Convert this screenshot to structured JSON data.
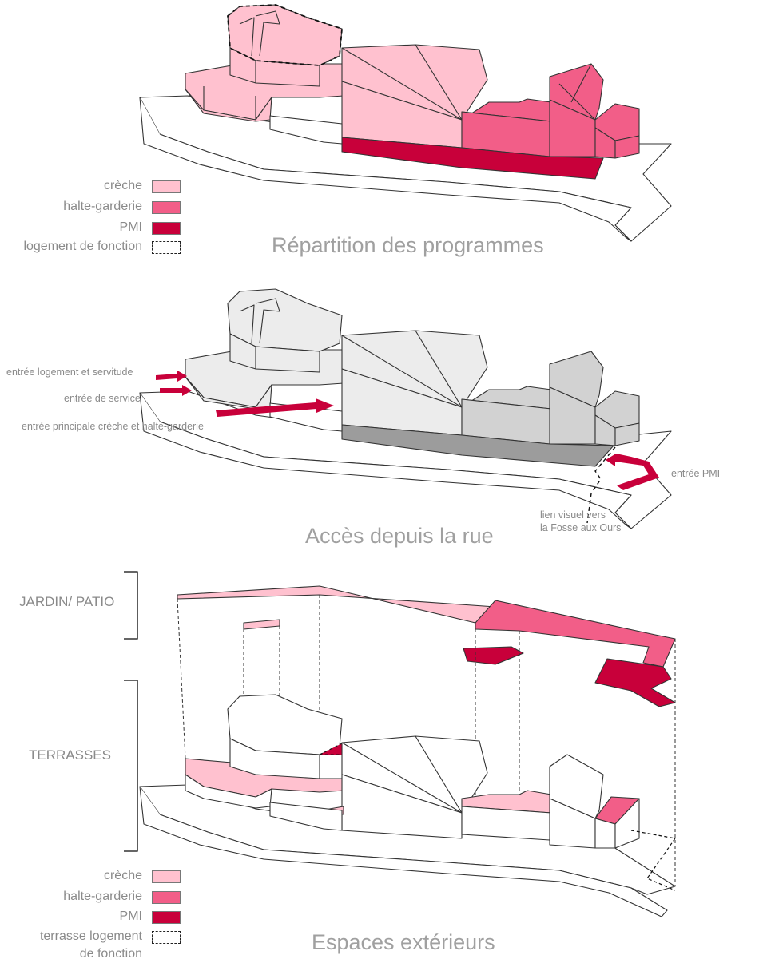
{
  "colors": {
    "creche": "#ffc1cf",
    "halte": "#f25e88",
    "pmi": "#c8003a",
    "grey_light": "#ececec",
    "grey_mid": "#d2d2d2",
    "grey_dark": "#9c9c9c",
    "line": "#333333"
  },
  "section1": {
    "title": "Répartition des programmes",
    "legend": {
      "creche": "crèche",
      "halte": "halte-garderie",
      "pmi": "PMI",
      "logement": "logement de fonction"
    }
  },
  "section2": {
    "title": "Accès depuis la rue",
    "labels": {
      "entree_logement": "entrée logement et servitude",
      "entree_service": "entrée de service",
      "entree_principale": "entrée principale crèche et halte-garderie",
      "entree_pmi": "entrée PMI",
      "lien_visuel_1": "lien visuel vers",
      "lien_visuel_2": "la Fosse aux Ours"
    }
  },
  "section3": {
    "title": "Espaces extérieurs",
    "side": {
      "jardin": "JARDIN/ PATIO",
      "terrasses": "TERRASSES"
    },
    "legend": {
      "creche": "crèche",
      "halte": "halte-garderie",
      "pmi": "PMI",
      "terrasse_1": "terrasse logement",
      "terrasse_2": "de fonction"
    }
  }
}
